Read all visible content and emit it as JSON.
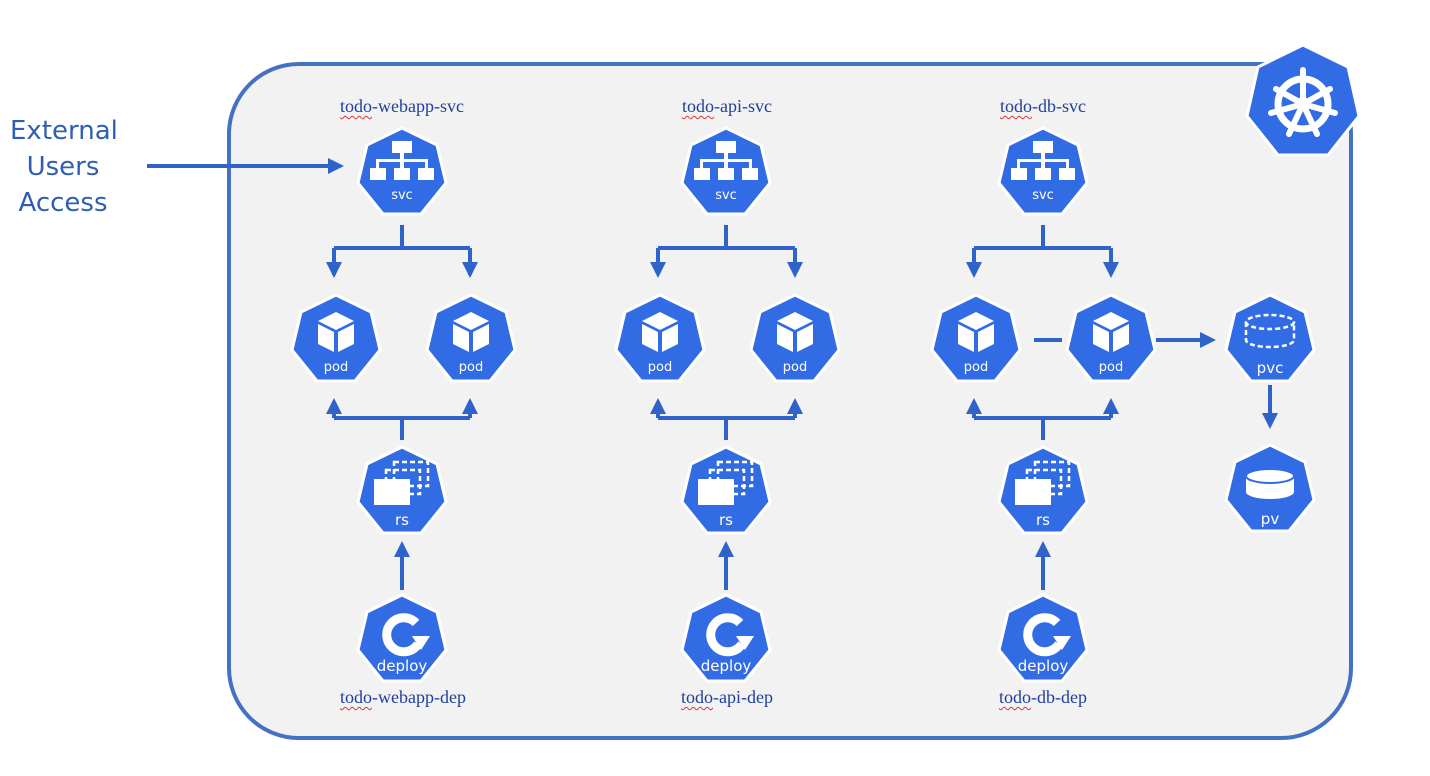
{
  "external": {
    "lines": [
      "External",
      "Users",
      "Access"
    ]
  },
  "stacks": [
    {
      "svc_name_prefix": "todo",
      "svc_name_suffix": "-webapp-svc",
      "dep_name_prefix": "todo",
      "dep_name_suffix": "-webapp-dep"
    },
    {
      "svc_name_prefix": "todo",
      "svc_name_suffix": "-api-svc",
      "dep_name_prefix": "todo",
      "dep_name_suffix": "-api-dep"
    },
    {
      "svc_name_prefix": "todo",
      "svc_name_suffix": "-db-svc",
      "dep_name_prefix": "todo",
      "dep_name_suffix": "-db-dep"
    }
  ],
  "node_labels": {
    "svc": "svc",
    "pod": "pod",
    "rs": "rs",
    "deploy": "deploy",
    "pvc": "pvc",
    "pv": "pv"
  },
  "colors": {
    "k8s_blue": "#326ce5",
    "cluster_border": "#4471c4",
    "cluster_fill": "#f2f2f2",
    "label_blue": "#2f5eb2",
    "name_blue": "#1f3f9e"
  },
  "icons": {
    "svc": "service-tree-icon",
    "pod": "cube-icon",
    "rs": "stacked-windows-icon",
    "deploy": "rotate-arrow-icon",
    "pvc": "dashed-cylinder-icon",
    "pv": "cylinder-icon",
    "logo": "kubernetes-helm-wheel-icon"
  }
}
